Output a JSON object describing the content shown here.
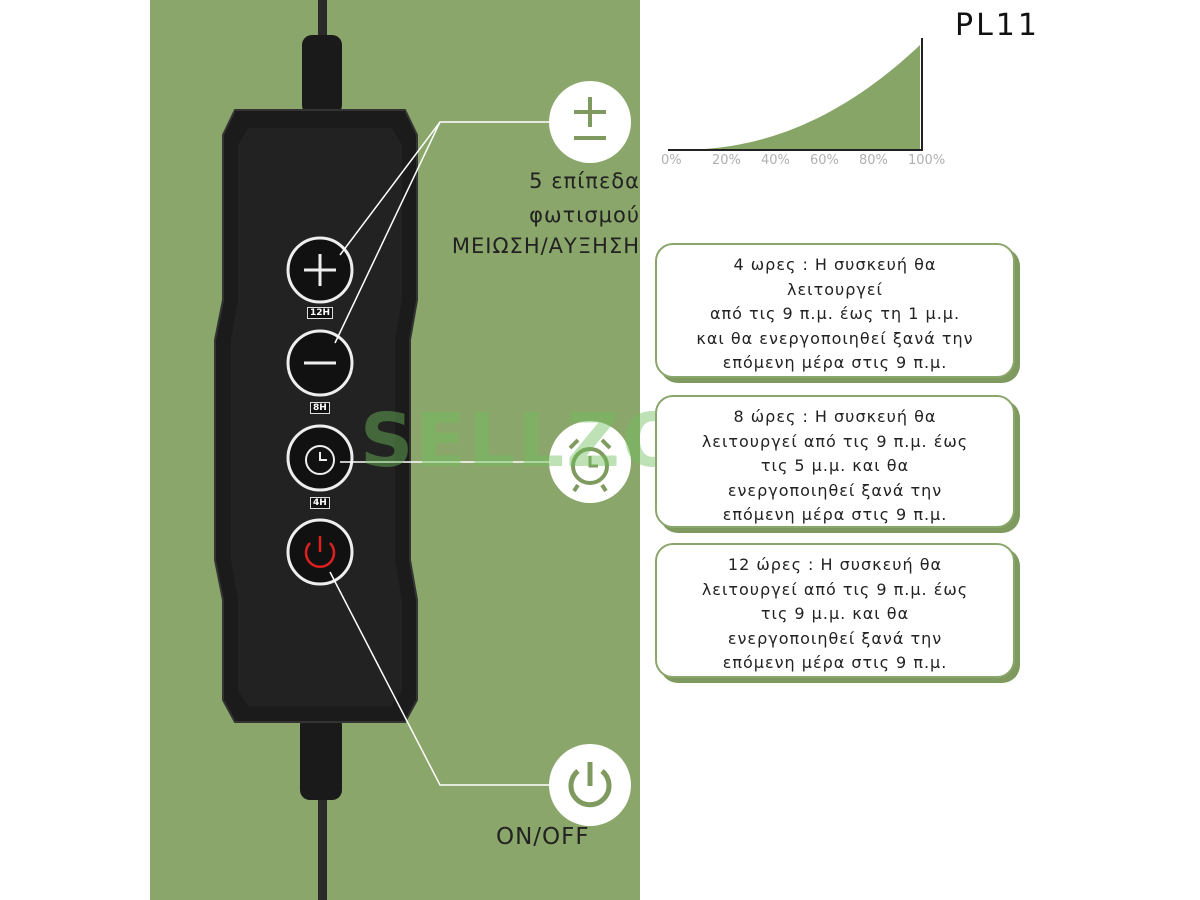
{
  "model": "PL11",
  "chart_data": {
    "type": "area",
    "title": "PL11",
    "x": [
      0,
      20,
      40,
      60,
      80,
      100
    ],
    "values": [
      0,
      6,
      16,
      32,
      56,
      100
    ],
    "tick_labels": [
      "0%",
      "20%",
      "40%",
      "60%",
      "80%",
      "100%"
    ],
    "xlabel": "",
    "ylabel": "",
    "color": "#86a566"
  },
  "brightness": {
    "line1": "5 επίπεδα",
    "line2": "φωτισμού",
    "line3": "ΜΕΙΩΣΗ/ΑΥΞΗΣΗ"
  },
  "remote": {
    "timer_12": "12H",
    "timer_8": "8H",
    "timer_4": "4H"
  },
  "power_label": "ON/OFF",
  "timers": [
    {
      "lines": [
        "4 ωρες : Η συσκευή θα",
        "λειτουργεί",
        "από τις 9 π.μ. έως τη 1 μ.μ.",
        "και θα ενεργοποιηθεί ξανά την",
        "επόμενη μέρα στις 9 π.μ."
      ]
    },
    {
      "lines": [
        "8 ώρες : Η συσκευή θα",
        "λειτουργεί από τις 9 π.μ. έως",
        "τις 5 μ.μ. και θα",
        "ενεργοποιηθεί ξανά την",
        "επόμενη μέρα στις 9 π.μ."
      ]
    },
    {
      "lines": [
        "12 ώρες : Η συσκευή θα",
        "λειτουργεί από τις 9 π.μ. έως",
        "τις 9 μ.μ. και θα",
        "ενεργοποιηθεί ξανά την",
        "επόμενη μέρα στις 9 π.μ."
      ]
    }
  ],
  "watermark": "SELLZONE",
  "colors": {
    "green": "#8ba66b",
    "power_red": "#e02020"
  }
}
